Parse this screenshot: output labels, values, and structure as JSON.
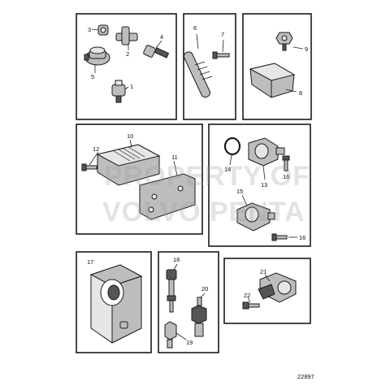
{
  "callouts": {
    "c1": "1",
    "c2": "2",
    "c3": "3",
    "c4": "4",
    "c5": "5",
    "c6": "6",
    "c7": "7",
    "c8": "8",
    "c9": "9",
    "c10": "10",
    "c11": "11",
    "c12": "12",
    "c13": "13",
    "c14": "14",
    "c15": "15",
    "c16a": "16",
    "c16b": "16",
    "c17": "17",
    "c18": "18",
    "c19": "19",
    "c20": "20",
    "c21": "21",
    "c22": "22"
  },
  "watermark": {
    "line1": "PROPERTY OF",
    "line2": "VOLVO PENTA"
  },
  "reference": "22897"
}
